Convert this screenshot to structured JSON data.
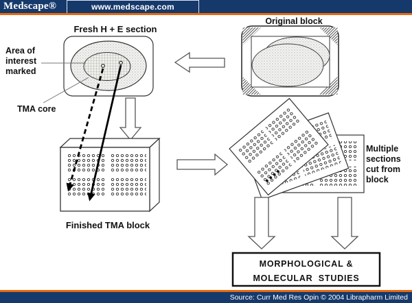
{
  "header": {
    "brand": "Medscape®",
    "url": "www.medscape.com",
    "navy": "#16396b",
    "orange": "#e8680f"
  },
  "footer": {
    "source": "Source: Curr Med Res Opin © 2004 Librapharm Limited"
  },
  "diagram": {
    "fresh_section_label": "Fresh H + E section",
    "area_of_interest": {
      "line1": "Area of",
      "line2": "interest",
      "line3": "marked"
    },
    "tma_core_label": "TMA core",
    "original_block_label": "Original block",
    "finished_block_label": "Finished TMA block",
    "multiple_sections": {
      "line1": "Multiple",
      "line2": "sections",
      "line3": "cut from",
      "line4": "block"
    },
    "studies": {
      "line1": "MORPHOLOGICAL &",
      "line2": "MOLECULAR STUDIES"
    }
  }
}
